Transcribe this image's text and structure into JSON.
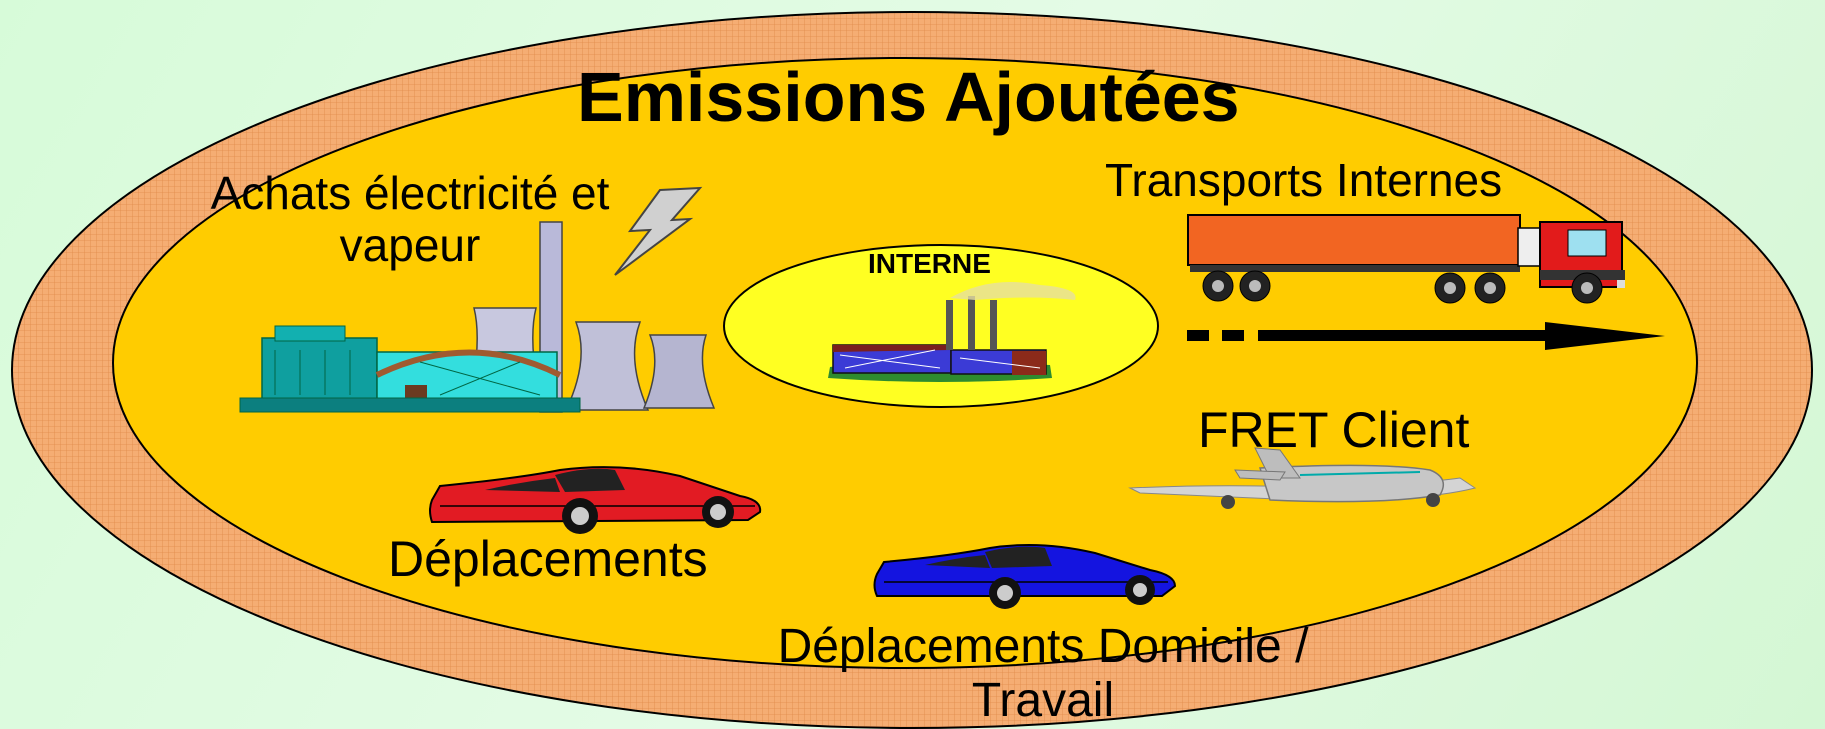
{
  "diagram": {
    "title": "Emissions Ajoutées",
    "center_label": "INTERNE",
    "electricity_label": "Achats électricité et vapeur",
    "internal_transport_label": "Transports Internes",
    "freight_label": "FRET Client",
    "travel_label": "Déplacements",
    "commute_label": "Déplacements Domicile / Travail"
  },
  "colors": {
    "outer_ring": "#f5ad73",
    "main_area": "#ffcc00",
    "center": "#ffff33",
    "background": "#d7fbd9"
  },
  "icons": [
    "power-plant-icon",
    "lightning-icon",
    "factory-icon",
    "truck-icon",
    "dashed-arrow-icon",
    "airplane-icon",
    "red-car-icon",
    "blue-car-icon"
  ]
}
